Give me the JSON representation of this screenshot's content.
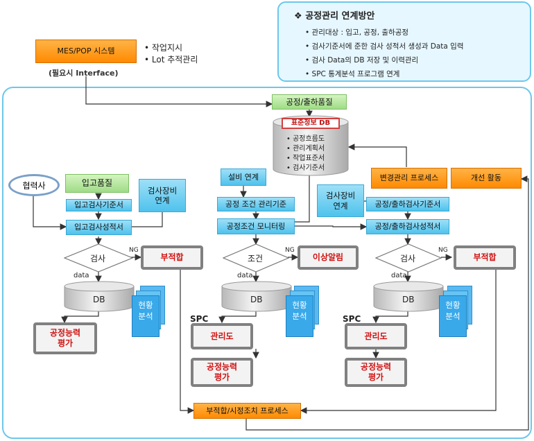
{
  "plan": {
    "title": "공정관리 연계방안",
    "bullets": [
      "관리대상 : 입고, 공정, 출하공정",
      "검사기준서에 준한 검사 성적서 생성과 Data 입력",
      "검사 Data의 DB 저장 및 이력관리",
      "SPC 통계분석 프로그램 연계"
    ]
  },
  "mes": {
    "label": "MES/POP 시스템",
    "notes": [
      "• 작업지시",
      "• Lot 추적관리"
    ],
    "interface": "(필요시 Interface)"
  },
  "center_top": {
    "quality": "공정/출하품질",
    "db_title": "표준정보 DB",
    "db_items": [
      "• 공정흐름도",
      "• 관리계획서",
      "• 작업표준서",
      "• 검사기준서"
    ]
  },
  "change": {
    "process": "변경관리 프로세스",
    "improve": "개선 활동"
  },
  "left": {
    "partner": "협력사",
    "quality": "입고품질",
    "equip": [
      "검사장비",
      "연계"
    ],
    "std": "입고검사기준서",
    "report": "입고검사성적서",
    "decision": "검사",
    "ng": "NG",
    "data": "data",
    "db": "DB",
    "result": "부적합",
    "capability": [
      "공정능력",
      "평가"
    ],
    "status": [
      "현황",
      "분석"
    ]
  },
  "mid": {
    "link": "설비 연계",
    "std": "공정 조건 관리기준",
    "monitor": "공정조건 모니터링",
    "decision": "조건",
    "ng": "NG",
    "data": "data",
    "db": "DB",
    "alarm": "이상알림",
    "spc": "SPC",
    "chart": "관리도",
    "capability": [
      "공정능력",
      "평가"
    ],
    "status": [
      "현황",
      "분석"
    ]
  },
  "right": {
    "equip": [
      "검사장비",
      "연계"
    ],
    "std": "공정/출하검사기준서",
    "report": "공정/출하검사성적서",
    "decision": "검사",
    "ng": "NG",
    "data": "data",
    "db": "DB",
    "result": "부적합",
    "spc": "SPC",
    "chart": "관리도",
    "capability": [
      "공정능력",
      "평가"
    ],
    "status": [
      "현황",
      "분석"
    ]
  },
  "bottom": {
    "process": "부적합/시정조치 프로세스"
  }
}
